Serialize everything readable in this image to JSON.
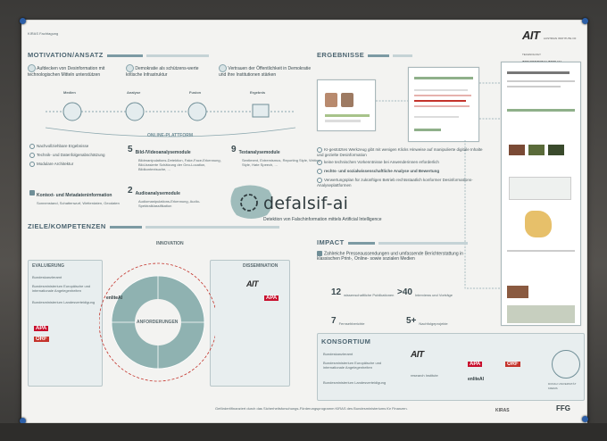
{
  "header": {
    "left_label": "KIRAS Fachtagung",
    "ait_logo": "AIT",
    "ait_sub": "AUSTRIAN INSTITUTE OF TECHNOLOGY",
    "tagline": "TOMORROW TODAY"
  },
  "motivation": {
    "title": "MOTIVATION/ANSATZ",
    "points": [
      "Aufdecken von Desinformation mit technologischen Mitteln unterstützen",
      "Demokratie als schützens-werte kritische Infrastruktur",
      "Vertrauen der Öffentlichkeit in Demokratie und ihre Institutionen stärken"
    ],
    "pipeline": [
      "Medien",
      "Analyse",
      "Fusion",
      "Ergebnis"
    ],
    "platform": "ONLINE-PLATTFORM",
    "features": [
      "Nachvollziehbare Ergebnisse",
      "Technik- und Datenfolgenabschätzung",
      "Modulare Architektur"
    ],
    "modules": [
      {
        "count": "5",
        "title": "Bild-/Videoanalysemodule",
        "text": "Bildmanipulations-Detektion, Fake-Face-Erkennung, Bild-basierte Schätzung der Geo-Location, Bildkontextsuche, ..."
      },
      {
        "count": "9",
        "title": "Textanalysemodule",
        "text": "Sentiment, Extremismus, Reporting Style, Writing Style, Hate Speech, ..."
      },
      {
        "count": "2",
        "title": "Audioanalysemodule",
        "text": "Audiomanipulations-Erkennung, Audio-Spektralklassifikation"
      }
    ],
    "context": {
      "title": "Kontext- und Metadateninformation",
      "text": "Sonnenstand, Schattenwurf, Wetterdaten, Geodaten"
    }
  },
  "brand": {
    "name": "defalsif-ai",
    "subtitle": "Detektion von Falschinformation mittels Artificial Intelligence"
  },
  "ergebnisse": {
    "title": "ERGEBNISSE",
    "points": [
      "KI-gestütztes Werkzeug gibt mit wenigen Klicks Hinweise auf manipulierte digitale Inhalte und gezielte Desinformation",
      "keine technischen Vorkenntnisse bei Anwenderinnen erforderlich",
      "rechts- und sozialwissenschaftliche Analyse und Bewertung",
      "Verwertungsplan für zukünftigen Betrieb rechtsstaatlich konformer Desinformations-Analyseplattformen"
    ]
  },
  "impact": {
    "title": "IMPACT",
    "lead": "Zahlreiche Presseaussendungen und umfassende Berichterstattung in klassischen Print-, Online- sowie sozialen Medien",
    "stats": [
      {
        "value": "12",
        "label": "wissenschaftliche Publikationen"
      },
      {
        "value": ">40",
        "label": "Interviews und Vorträge"
      },
      {
        "value": "7",
        "label": "Fernsehberichte"
      },
      {
        "value": "5+",
        "label": "Nachfolgeprojekte"
      }
    ]
  },
  "ziele": {
    "title": "ZIELE/KOMPETENZEN",
    "innovation": "INNOVATION",
    "evaluierung": "EVALUIERUNG",
    "dissemination": "DISSEMINATION",
    "center": "ANFORDERUNGEN",
    "eval_items": [
      "Bundeskanzleramt",
      "Bundesministerium Europäische und internationale Angelegenheiten",
      "Bundesministerium Landesverteidigung"
    ],
    "logos": [
      "APA",
      "ORF",
      "enliteAI",
      "AIT"
    ]
  },
  "konsortium": {
    "title": "KONSORTIUM",
    "members": [
      "Bundeskanzleramt",
      "Bundesministerium Europäische und internationale Angelegenheiten",
      "Bundesministerium Landesverteidigung"
    ],
    "partners": [
      "AIT",
      "APA",
      "ORF",
      "research Institute",
      "enliteAI",
      "DONAU UNIVERSITÄT KREMS"
    ]
  },
  "footer": {
    "text": "Gefördert/finanziert durch das Sicherheitsforschungs-Förderungsprogramm KIRAS des Bundesministeriums für Finanzen.",
    "ffg": "FFG",
    "kiras": "KIRAS"
  },
  "colors": {
    "accent": "#6f8e97",
    "teal": "#8fb2b1",
    "red": "#c4332b",
    "pin": "#2c5fa8"
  }
}
